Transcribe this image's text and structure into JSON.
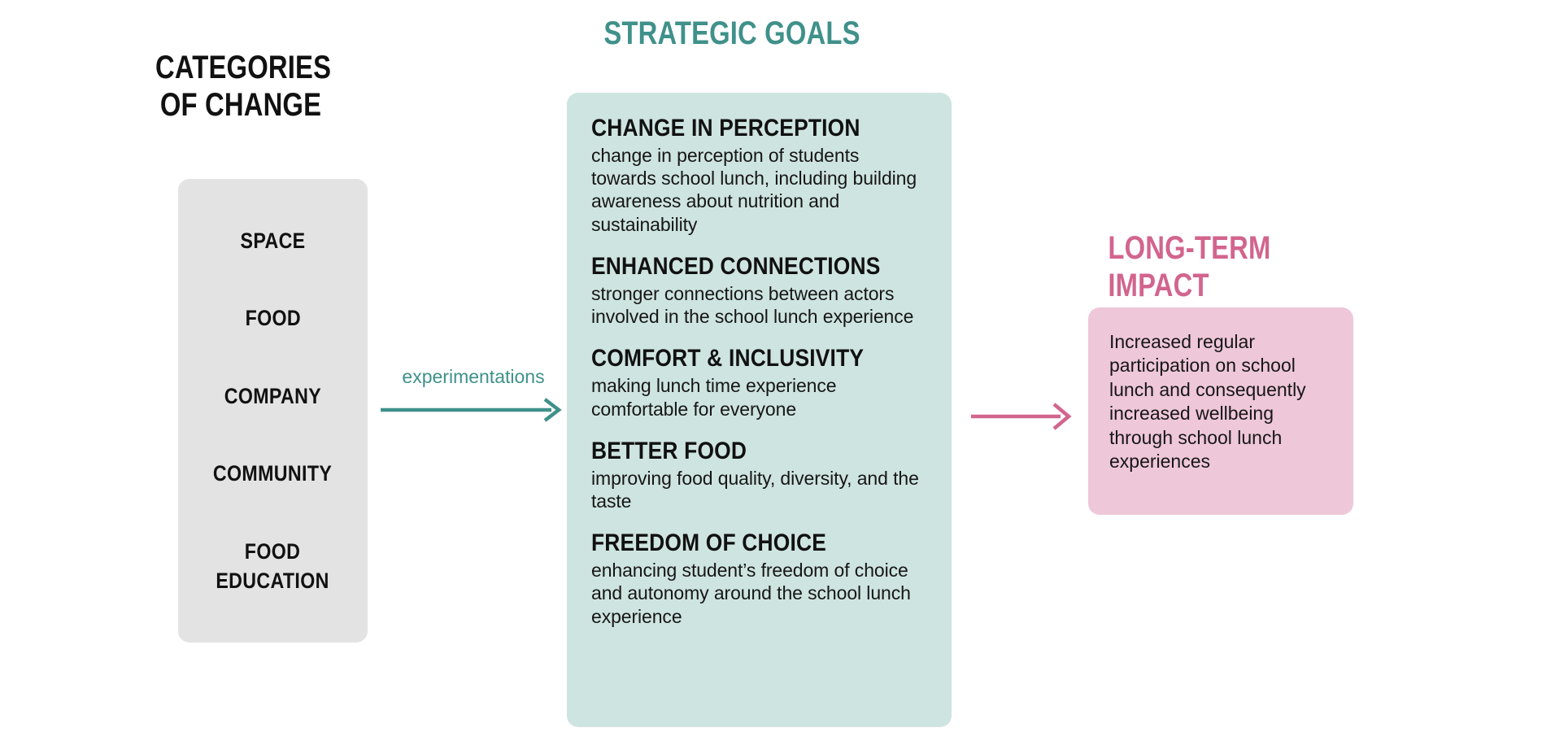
{
  "diagram": {
    "background_color": "#ffffff",
    "colors": {
      "teal": "#3f918a",
      "mint_panel": "#cee4e0",
      "pink": "#d2658d",
      "pink_panel": "#eec7d9",
      "gray_panel": "#e3e3e3",
      "text": "#111111"
    }
  },
  "categories": {
    "title": "CATEGORIES\nOF CHANGE",
    "items": [
      {
        "label": "SPACE"
      },
      {
        "label": "FOOD"
      },
      {
        "label": "COMPANY"
      },
      {
        "label": "COMMUNITY"
      },
      {
        "label": "FOOD\nEDUCATION"
      }
    ]
  },
  "connector_experimentations": {
    "label": "experimentations",
    "color": "#3f918a",
    "icon": "arrow-right-icon"
  },
  "goals": {
    "title": "STRATEGIC GOALS",
    "items": [
      {
        "title": "CHANGE IN PERCEPTION",
        "description": "change in perception of students towards school lunch, including building awareness about nutrition and sustainability"
      },
      {
        "title": "ENHANCED CONNECTIONS",
        "description": "stronger connections between actors involved in the school lunch experience"
      },
      {
        "title": "COMFORT & INCLUSIVITY",
        "description": "making lunch time experience comfortable for everyone"
      },
      {
        "title": "BETTER FOOD",
        "description": "improving food quality, diversity, and the taste"
      },
      {
        "title": "FREEDOM OF CHOICE",
        "description": "enhancing student’s freedom of choice and autonomy around the school lunch experience"
      }
    ]
  },
  "connector_impact": {
    "color": "#d2658d",
    "icon": "arrow-right-icon"
  },
  "impact": {
    "title": "LONG-TERM IMPACT",
    "text": "Increased regular participation on school lunch and consequently increased wellbeing through school lunch experiences"
  }
}
